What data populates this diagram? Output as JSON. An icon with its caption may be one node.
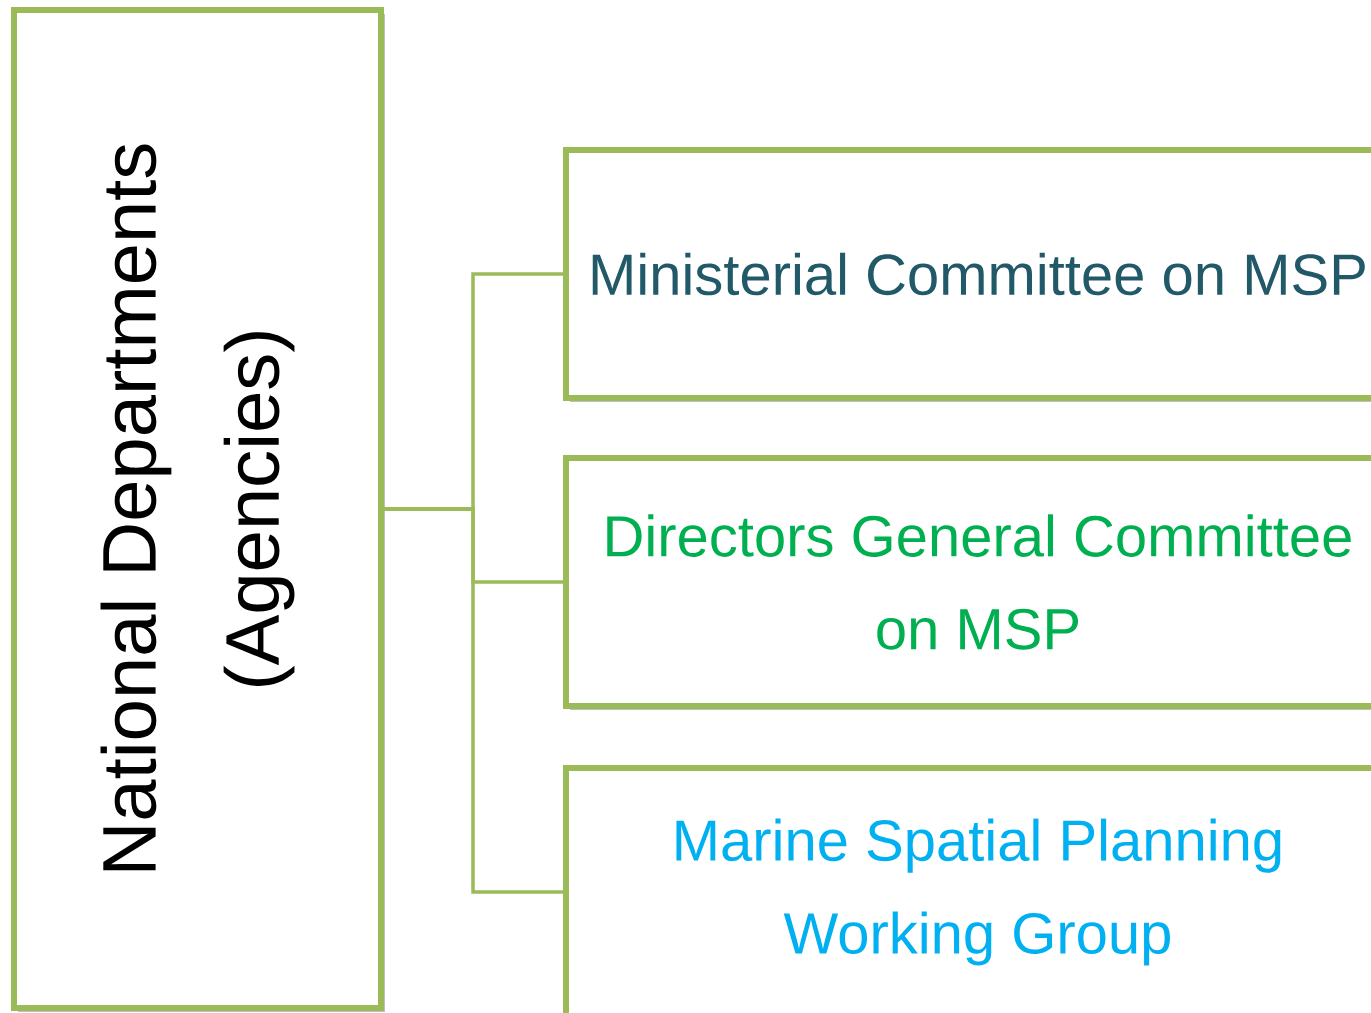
{
  "diagram": {
    "nodes": [
      {
        "text": [
          "National Departments (Agencies)"
        ]
      },
      {
        "text": [
          "Ministerial Committee on MSP"
        ]
      },
      {
        "text": [
          "Directors General Committee on MSP"
        ]
      },
      {
        "text": [
          "Marine Spatial Planning Working Group"
        ]
      }
    ],
    "edges": [
      {
        "from": 0,
        "to": 1,
        "arrow": "none"
      },
      {
        "from": 0,
        "to": 2,
        "arrow": "none"
      },
      {
        "from": 0,
        "to": 3,
        "arrow": "none"
      }
    ]
  }
}
